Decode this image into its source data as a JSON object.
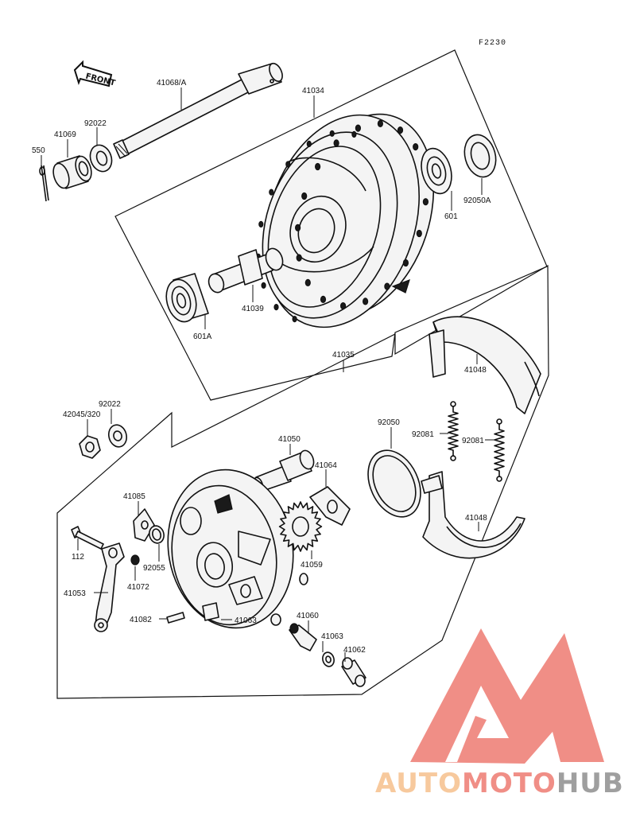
{
  "diagram": {
    "code": "F2230",
    "front_label": "FRONT",
    "parts": {
      "p41068A": "41068/A",
      "p41034": "41034",
      "p92022a": "92022",
      "p41069": "41069",
      "p550": "550",
      "p601": "601",
      "p92050A": "92050A",
      "p41039": "41039",
      "p601A": "601A",
      "p41035": "41035",
      "p41048a": "41048",
      "p92022b": "92022",
      "p42045": "42045/320",
      "p92050": "92050",
      "p92081a": "92081",
      "p92081b": "92081",
      "p41050": "41050",
      "p41064": "41064",
      "p41085": "41085",
      "p112": "112",
      "p92055": "92055",
      "p41072": "41072",
      "p41053": "41053",
      "p41059": "41059",
      "p41048b": "41048",
      "p41082": "41082",
      "p41063a": "41063",
      "p41060": "41060",
      "p41063b": "41063",
      "p41062": "41062"
    }
  },
  "watermark": {
    "part1": "AUTO",
    "part2": "MOTO",
    "part3": "HUB",
    "color_light": "#f6c08c",
    "color_red": "#ee7b72",
    "color_gray": "#8f8f8f"
  }
}
